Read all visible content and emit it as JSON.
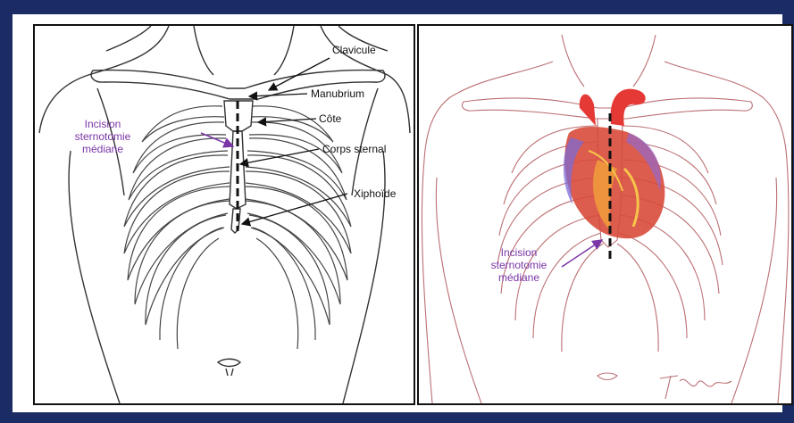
{
  "left_diagram": {
    "labels": {
      "clavicule": "Clavicule",
      "manubrium": "Manubrium",
      "cote": "Côte",
      "corps_sternal": "Corps sternal",
      "xiphoide": "Xiphoïde"
    },
    "incision_label": [
      "Incision",
      "sternotomie",
      "médiane"
    ]
  },
  "right_diagram": {
    "incision_label": [
      "Incision",
      "sternotomie",
      "médiane"
    ]
  },
  "colors": {
    "frame": "#1b2b63",
    "incision_label": "#7a35a6",
    "right_lines": "#b0575b"
  }
}
